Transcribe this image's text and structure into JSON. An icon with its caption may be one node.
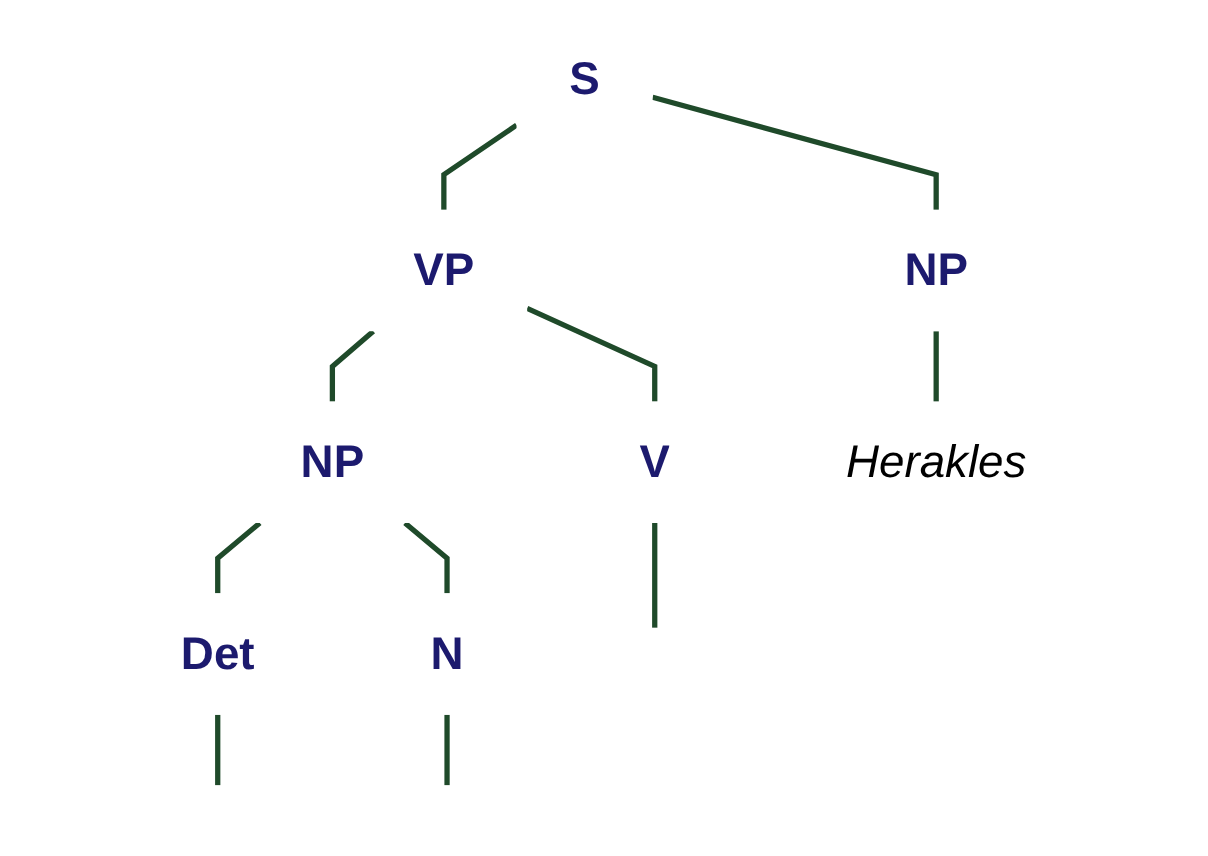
{
  "diagram": {
    "nodes": [
      {
        "text": [
          "S"
        ]
      },
      {
        "text": [
          "NP"
        ]
      },
      {
        "text": [
          "VP"
        ]
      },
      {
        "text": [
          "V"
        ]
      },
      {
        "text": [
          "NP"
        ]
      },
      {
        "text": [
          "Det"
        ]
      },
      {
        "text": [
          "N"
        ]
      },
      {
        "text": [
          "Herakles"
        ]
      }
    ],
    "edges": [
      {
        "from": 0,
        "to": 1,
        "arrow": "none"
      },
      {
        "from": 0,
        "to": 2,
        "arrow": "none"
      },
      {
        "from": 1,
        "to": 7,
        "arrow": "none"
      },
      {
        "from": 2,
        "to": 3,
        "arrow": "none"
      },
      {
        "from": 2,
        "to": 4,
        "arrow": "none"
      },
      {
        "from": 3,
        "to": null,
        "arrow": "none"
      },
      {
        "from": 4,
        "to": 5,
        "arrow": "none"
      },
      {
        "from": 4,
        "to": 6,
        "arrow": "none"
      },
      {
        "from": 5,
        "to": null,
        "arrow": "none"
      },
      {
        "from": 6,
        "to": null,
        "arrow": "none"
      }
    ]
  }
}
